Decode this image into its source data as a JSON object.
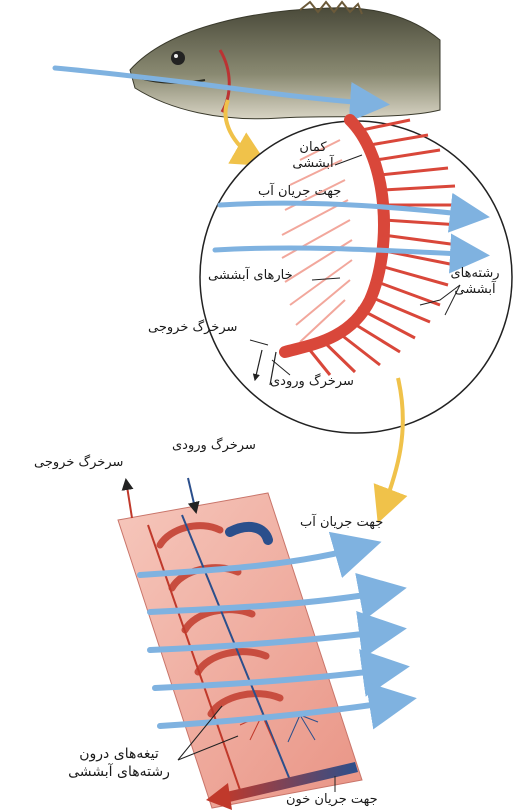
{
  "labels": {
    "gill_arch": [
      "کمان",
      "آبششی"
    ],
    "water_flow_top": "جهت جریان آب",
    "gill_rakers": "خارهای آبششی",
    "gill_filaments": [
      "رشته‌های",
      "آبششی"
    ],
    "efferent_artery_top": "سرخرگ خروجی",
    "afferent_artery_top": "سرخرگ ورودی",
    "afferent_artery_bottom": "سرخرگ ورودی",
    "efferent_artery_bottom": "سرخرگ خروجی",
    "water_flow_bottom": "جهت جریان آب",
    "lamellae": [
      "تیغه‌های درون",
      "رشته‌های آبششی"
    ],
    "blood_flow": "جهت جریان خون"
  },
  "colors": {
    "water_arrow": "#7fb2e0",
    "gill_red": "#d9473a",
    "filament_pink": "#f2a79c",
    "callout_yellow": "#f0c24a",
    "blood_in": "#2b4f8c",
    "blood_out": "#c0392b"
  }
}
